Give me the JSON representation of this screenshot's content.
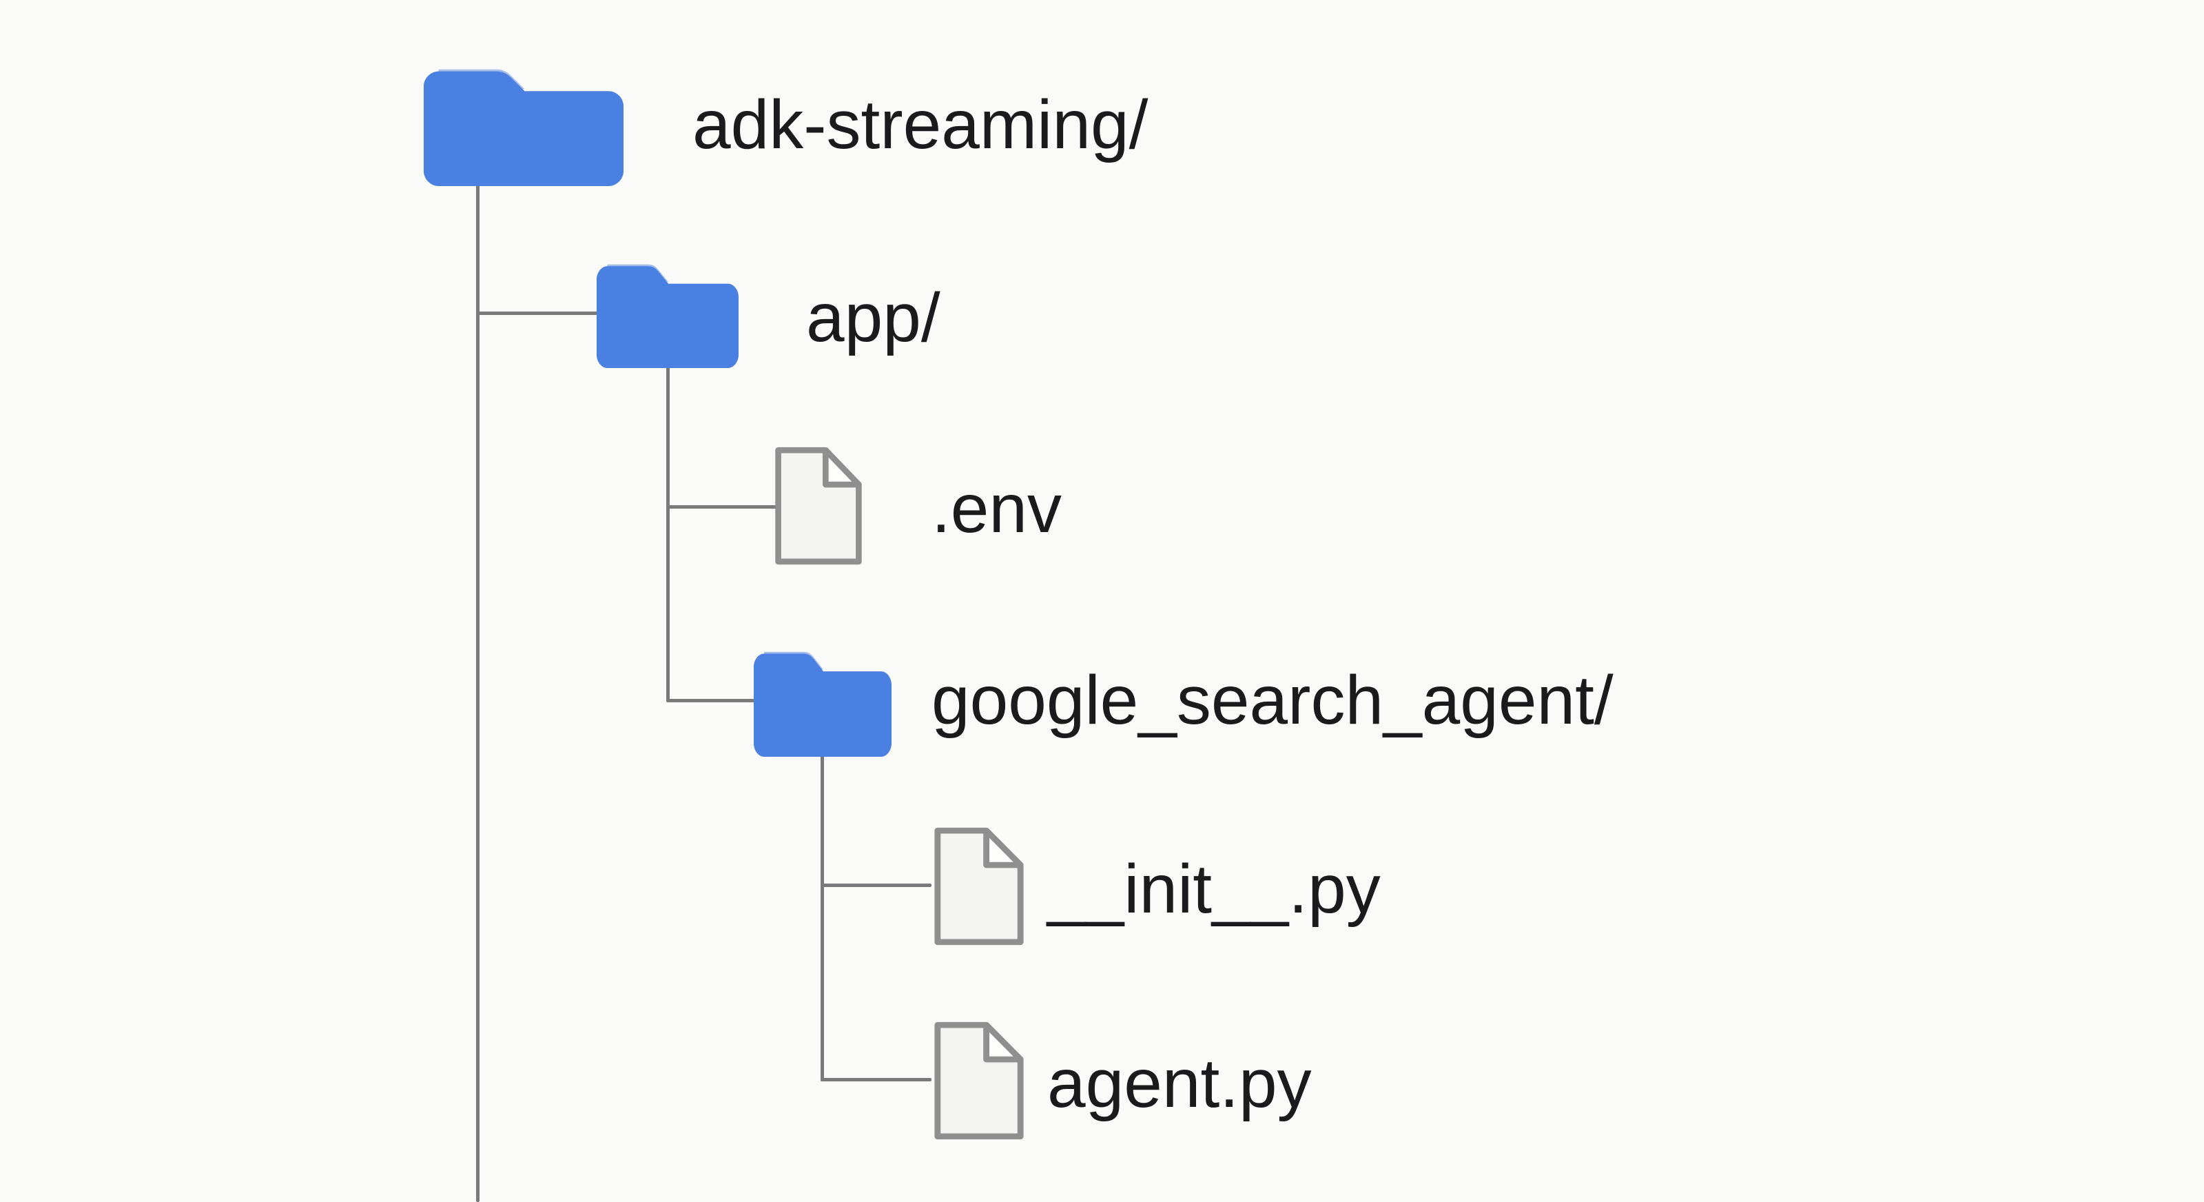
{
  "diagram": {
    "kind": "file-tree",
    "root_label": "adk-streaming/"
  },
  "tree": {
    "nodes": [
      {
        "label": "adk-streaming/",
        "type": "folder",
        "icon": "folder-icon",
        "depth": 0
      },
      {
        "label": "app/",
        "type": "folder",
        "icon": "folder-icon",
        "depth": 1
      },
      {
        "label": ".env",
        "type": "file",
        "icon": "file-icon",
        "depth": 2
      },
      {
        "label": "google_search_agent/",
        "type": "folder",
        "icon": "folder-icon",
        "depth": 2
      },
      {
        "label": "__init__.py",
        "type": "file",
        "icon": "file-icon",
        "depth": 3
      },
      {
        "label": "agent.py",
        "type": "file",
        "icon": "file-icon",
        "depth": 3
      }
    ]
  },
  "colors": {
    "background": "#fafaf8",
    "folder_blue": "#4a80e2",
    "folder_blue_dark": "#3f74d6",
    "line_gray": "#7a7a7d",
    "text": "#1b1b1d",
    "file_fill": "#f4f4f2",
    "file_fold": "#fdfdfc",
    "file_stroke": "#8f8f90"
  }
}
